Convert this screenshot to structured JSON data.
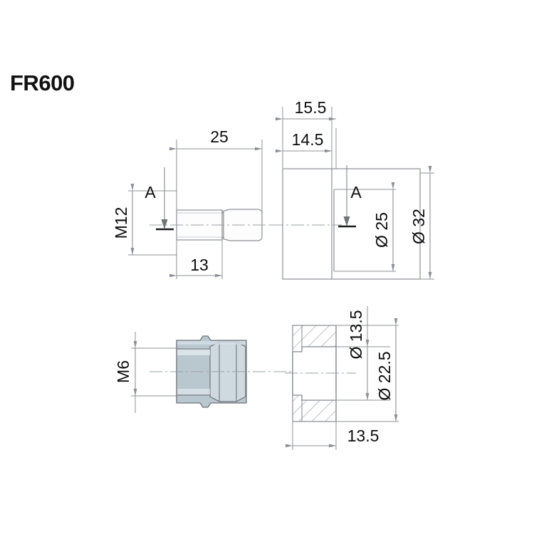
{
  "title": "FR600",
  "views": {
    "top_left": {
      "name": "bolt-side-view",
      "dimensions": {
        "overall_length": "25",
        "shank_length": "13",
        "thread": "M12",
        "section_marker": "A"
      }
    },
    "top_right": {
      "name": "socket-body-side-view",
      "dimensions": {
        "overall_width": "15.5",
        "inner_width": "14.5",
        "inner_diameter": "Ø 25",
        "outer_diameter": "Ø 32",
        "section_marker": "A"
      }
    },
    "bottom_left": {
      "name": "hex-socket-side-view",
      "dimensions": {
        "thread": "M6"
      }
    },
    "bottom_right": {
      "name": "socket-section-view",
      "dimensions": {
        "bore_diameter": "Ø 13.5",
        "outer_diameter": "Ø 22.5",
        "width": "13.5"
      }
    }
  },
  "colors": {
    "line": "#8c9096",
    "line_dark": "#6f7479",
    "text": "#0d0d0d",
    "metal_fill": "#b9c7cf",
    "metal_fill_light": "#cfdae0",
    "white_fill": "#ffffff",
    "centerline": "#9aa0a6"
  }
}
